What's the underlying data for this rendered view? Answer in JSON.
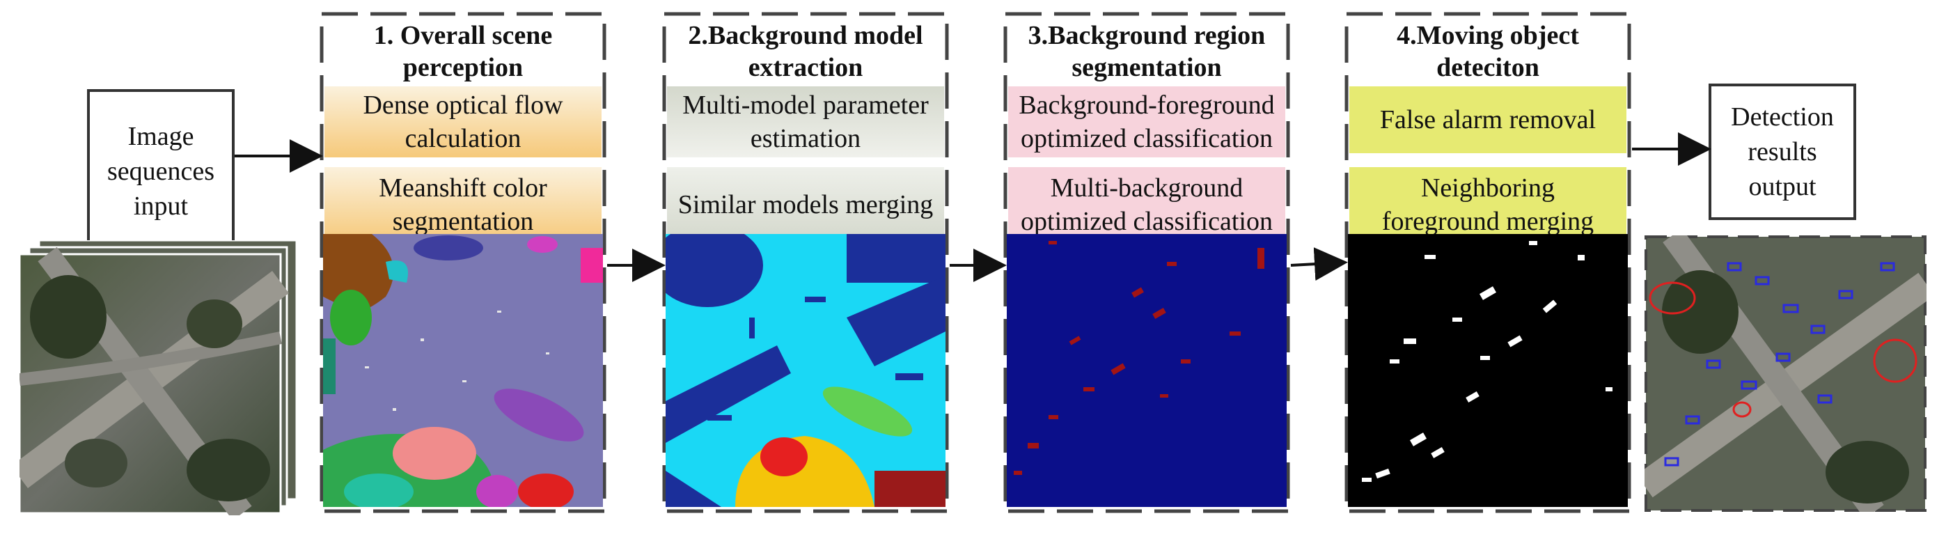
{
  "input_box": {
    "label": "Image\nsequences\ninput"
  },
  "output_box": {
    "label": "Detection\nresults\noutput"
  },
  "stages": [
    {
      "title": "1. Overall scene\nperception",
      "bands": [
        "Dense optical flow\ncalculation",
        "Meanshift color\nsegmentation"
      ]
    },
    {
      "title": "2.Background model\nextraction",
      "bands": [
        "Multi-model parameter\nestimation",
        "Similar models merging"
      ]
    },
    {
      "title": "3.Background region\nsegmentation",
      "bands": [
        "Background-foreground\noptimized classification",
        "Multi-background\noptimized classification"
      ]
    },
    {
      "title": "4.Moving object\ndeteciton",
      "bands": [
        "False alarm removal",
        "Neighboring\nforeground merging"
      ]
    }
  ],
  "colors": {
    "stage1_band": "#f6c97a",
    "stage2_band": "#dfe2d8",
    "stage3_band": "#f7d3dc",
    "stage4_band": "#e6ea72",
    "seg_background": "#7b78b3",
    "model_background": "#1b2f9a",
    "model_foreground": "#1ad8f5",
    "region_background": "#0b0f8a",
    "region_foreground": "#a31414",
    "detect_background": "#000000",
    "detect_foreground": "#ffffff",
    "frame_dash": "#444444",
    "arrow": "#111111"
  }
}
